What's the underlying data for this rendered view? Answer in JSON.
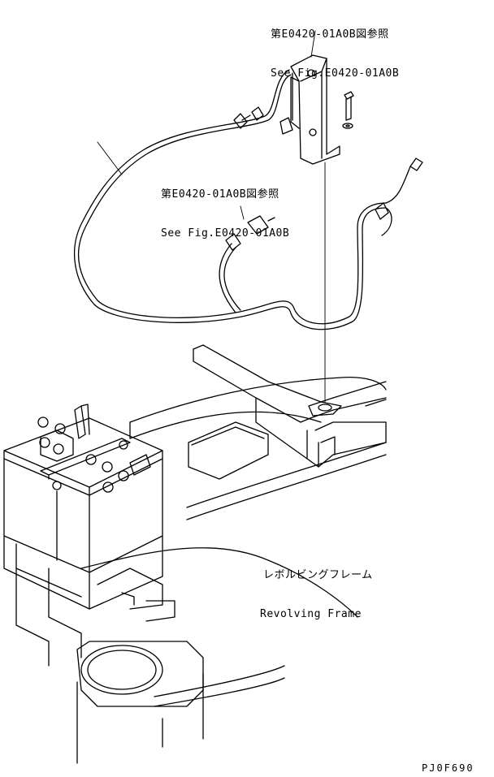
{
  "callouts": {
    "top": {
      "line1": "第E0420-01A0B図参照",
      "line2": "See Fig.E0420-01A0B"
    },
    "middle": {
      "line1": "第E0420-01A0B図参照",
      "line2": "See Fig.E0420-01A0B"
    }
  },
  "frame_label": {
    "jp": "レボルビングフレーム",
    "en": "Revolving Frame"
  },
  "drawing_code": "PJ0F690"
}
